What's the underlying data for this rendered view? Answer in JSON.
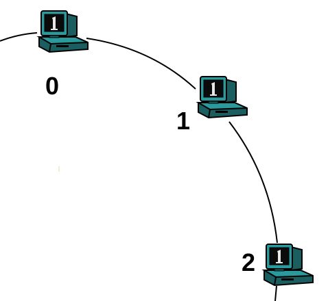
{
  "colors": {
    "background": "#ffffff",
    "ring_line": "#000000",
    "computer_teal": "#2a9a9c",
    "computer_dark": "#1a5e60",
    "outline": "#000000",
    "screen": "#0b0b0b",
    "screen_glyph": "#e8e8e8"
  },
  "nodes": [
    {
      "id": "node-0",
      "label": "0",
      "icon": "computer-icon"
    },
    {
      "id": "node-1",
      "label": "1",
      "icon": "computer-icon"
    },
    {
      "id": "node-2",
      "label": "2",
      "icon": "computer-icon"
    }
  ]
}
